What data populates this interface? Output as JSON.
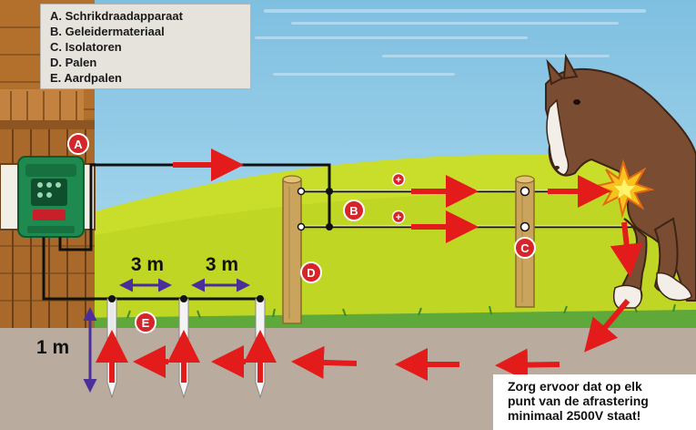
{
  "legend": {
    "items": [
      "A. Schrikdraadapparaat",
      "B. Geleidermateriaal",
      "C. Isolatoren",
      "D. Palen",
      "E. Aardpalen"
    ]
  },
  "markers": {
    "a": "A",
    "b": "B",
    "c": "C",
    "d": "D",
    "e": "E"
  },
  "plus_sign": "+",
  "spacing": {
    "left": "3 m",
    "right": "3 m"
  },
  "depth": "1 m",
  "note": {
    "lines": [
      "Zorg ervoor dat op elk",
      "punt van de afrastering",
      "minimaal 2500V staat!"
    ]
  },
  "colors": {
    "sky": "#8fc9e6",
    "meadow": "#c8de2a",
    "soil": "#b9ab9e",
    "current_arrow": "#e31b1b",
    "dimension_arrow": "#4a2f9a",
    "marker": "#d6252a"
  }
}
